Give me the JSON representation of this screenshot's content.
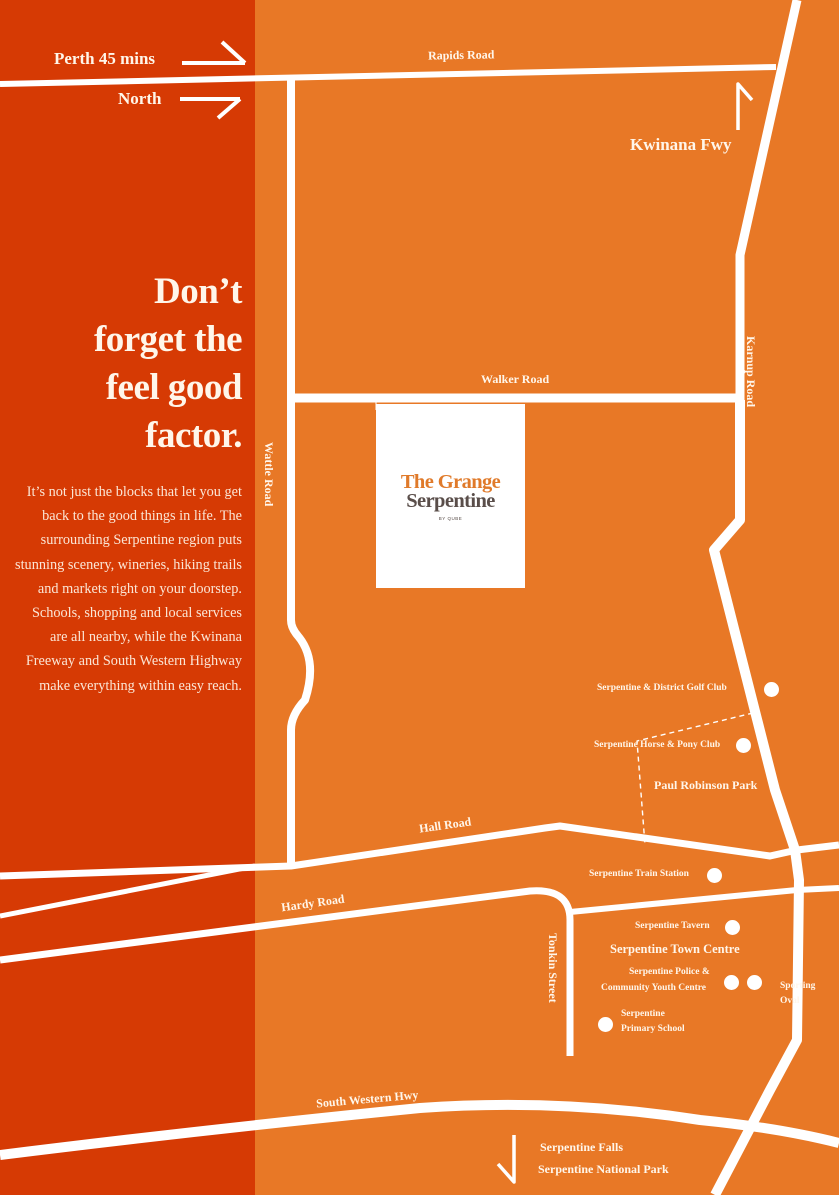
{
  "colors": {
    "panel_red": "#D63A04",
    "map_orange": "#E87826",
    "road_white": "#FFFFFF",
    "text_cream": "#FFF6EA",
    "logo_orange": "#E07A2A",
    "logo_grey": "#5A4E4A"
  },
  "directions": {
    "perth": "Perth 45 mins",
    "north": "North",
    "kwinana_fwy": "Kwinana Fwy",
    "serpentine_falls": "Serpentine Falls",
    "serpentine_national_park": "Serpentine National Park"
  },
  "headline": {
    "lines": [
      "Don’t",
      "forget the",
      "feel good",
      "factor."
    ]
  },
  "body": "It’s not just the blocks that let you get back to the good things in life. The surrounding Serpentine region puts stunning scenery, wineries, hiking trails and markets right on your doorstep. Schools, shopping and local services are all nearby, while the Kwinana Freeway and South Western Highway make everything within easy reach.",
  "logo": {
    "line1": "The Grange",
    "line2": "Serpentine",
    "line3": "BY QUBE"
  },
  "roads": {
    "rapids": "Rapids Road",
    "walker": "Walker Road",
    "wattle": "Wattle Road",
    "karnup": "Karnup Road",
    "hall": "Hall Road",
    "hardy": "Hardy Road",
    "tonkin": "Tonkin Street",
    "south_western_hwy": "South Western Hwy"
  },
  "places": {
    "golf_club": "Serpentine & District Golf Club",
    "horse_club": "Serpentine Horse & Pony Club",
    "paul_robinson_park": "Paul Robinson Park",
    "train_station": "Serpentine Train Station",
    "tavern": "Serpentine Tavern",
    "town_centre": "Serpentine Town Centre",
    "police_line1": "Serpentine Police &",
    "police_line2": "Community Youth Centre",
    "sporting_oval_line1": "Sporting",
    "sporting_oval_line2": "Oval",
    "primary_school_line1": "Serpentine",
    "primary_school_line2": "Primary School"
  }
}
